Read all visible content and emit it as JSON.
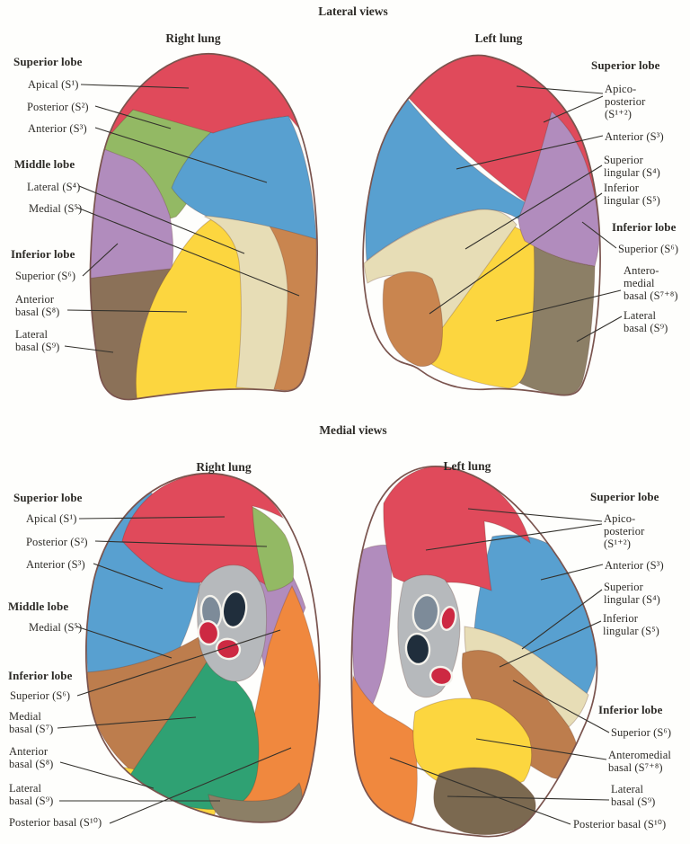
{
  "sections": {
    "lateral_title": "Lateral views",
    "medial_title": "Medial views"
  },
  "lateral_right": {
    "lung_title": "Right lung",
    "labels": {
      "superior_lobe": "Superior lobe",
      "apical": "Apical (S¹)",
      "posterior": "Posterior (S²)",
      "anterior": "Anterior (S³)",
      "middle_lobe": "Middle lobe",
      "lateral": "Lateral (S⁴)",
      "medial": "Medial (S⁵)",
      "inferior_lobe": "Inferior lobe",
      "superior": "Superior (S⁶)",
      "anterior_basal": "Anterior\nbasal (S⁸)",
      "lateral_basal": "Lateral\nbasal (S⁹)"
    }
  },
  "lateral_left": {
    "lung_title": "Left lung",
    "labels": {
      "superior_lobe": "Superior lobe",
      "apicoposterior": "Apico-\nposterior\n(S¹⁺²)",
      "anterior": "Anterior (S³)",
      "superior_lingular": "Superior\nlingular (S⁴)",
      "inferior_lingular": "Inferior\nlingular (S⁵)",
      "inferior_lobe": "Inferior lobe",
      "superior": "Superior (S⁶)",
      "anteromedial_basal": "Antero-\nmedial\nbasal (S⁷⁺⁸)",
      "lateral_basal": "Lateral\nbasal (S⁹)"
    }
  },
  "medial_right": {
    "lung_title": "Right lung",
    "labels": {
      "superior_lobe": "Superior lobe",
      "apical": "Apical (S¹)",
      "posterior": "Posterior (S²)",
      "anterior": "Anterior (S³)",
      "middle_lobe": "Middle lobe",
      "medial": "Medial (S⁵)",
      "inferior_lobe": "Inferior lobe",
      "superior": "Superior (S⁶)",
      "medial_basal": "Medial\nbasal (S⁷)",
      "anterior_basal": "Anterior\nbasal (S⁸)",
      "lateral_basal": "Lateral\nbasal (S⁹)",
      "posterior_basal": "Posterior basal (S¹⁰)"
    }
  },
  "medial_left": {
    "lung_title": "Left lung",
    "labels": {
      "superior_lobe": "Superior lobe",
      "apicoposterior": "Apico-\nposterior\n(S¹⁺²)",
      "anterior": "Anterior (S³)",
      "superior_lingular": "Superior\nlingular (S⁴)",
      "inferior_lingular": "Inferior\nlingular (S⁵)",
      "inferior_lobe": "Inferior lobe",
      "superior": "Superior (S⁶)",
      "anteromedial_basal": "Anteromedial\nbasal (S⁷⁺⁸)",
      "lateral_basal": "Lateral\nbasal (S⁹)",
      "posterior_basal": "Posterior basal (S¹⁰)"
    }
  },
  "colors": {
    "apical_red": "#e04a5b",
    "posterior_green": "#93b964",
    "anterior_blue": "#58a0d0",
    "lateral_cream": "#e7ddb6",
    "medial_tan": "#c9854f",
    "superior_purple": "#b18cbd",
    "basal_yellow": "#fcd63f",
    "lateral_basal_brown": "#8b7158",
    "lateral_basal_gray": "#8c7f66",
    "medial_basal_teal": "#2fa173",
    "posterior_basal_orange": "#f0883e",
    "superior_seg_brown": "#bd7d4d",
    "dark_basal_brown": "#7b6950",
    "hilum_gray": "#b6b9bc",
    "hilum_navy": "#202e3c",
    "hilum_bluegray": "#7d8b99",
    "hilum_red": "#cd2942",
    "outline_stroke": "#7a544e"
  }
}
